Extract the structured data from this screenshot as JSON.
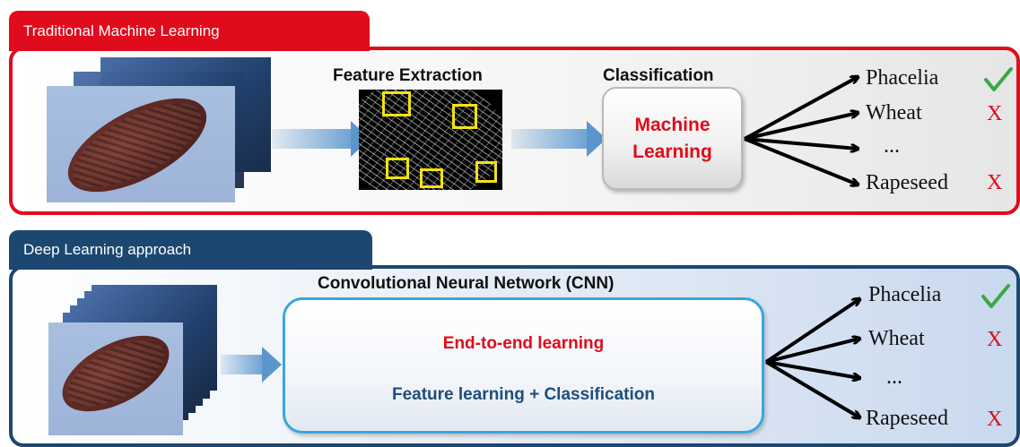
{
  "top": {
    "tab_label": "Traditional Machine Learning",
    "feature_heading": "Feature Extraction",
    "classification_heading": "Classification",
    "ml_box_line1": "Machine",
    "ml_box_line2": "Learning",
    "outputs": [
      "Phacelia",
      "Wheat",
      "...",
      "Rapeseed"
    ],
    "marks": [
      "check",
      "X",
      "",
      "X"
    ]
  },
  "bottom": {
    "tab_label": "Deep Learning approach",
    "cnn_heading": "Convolutional Neural Network (CNN)",
    "cnn_line1": "End-to-end learning",
    "cnn_line2": "Feature learning + Classification",
    "outputs": [
      "Phacelia",
      "Wheat",
      "...",
      "Rapeseed"
    ],
    "marks": [
      "check",
      "X",
      "",
      "X"
    ]
  },
  "colors": {
    "red": "#e00b1c",
    "navy": "#1c4770",
    "cyan_border": "#3aa6dd",
    "check_green": "#3aa845",
    "highlight_yellow": "#f1e40e"
  }
}
